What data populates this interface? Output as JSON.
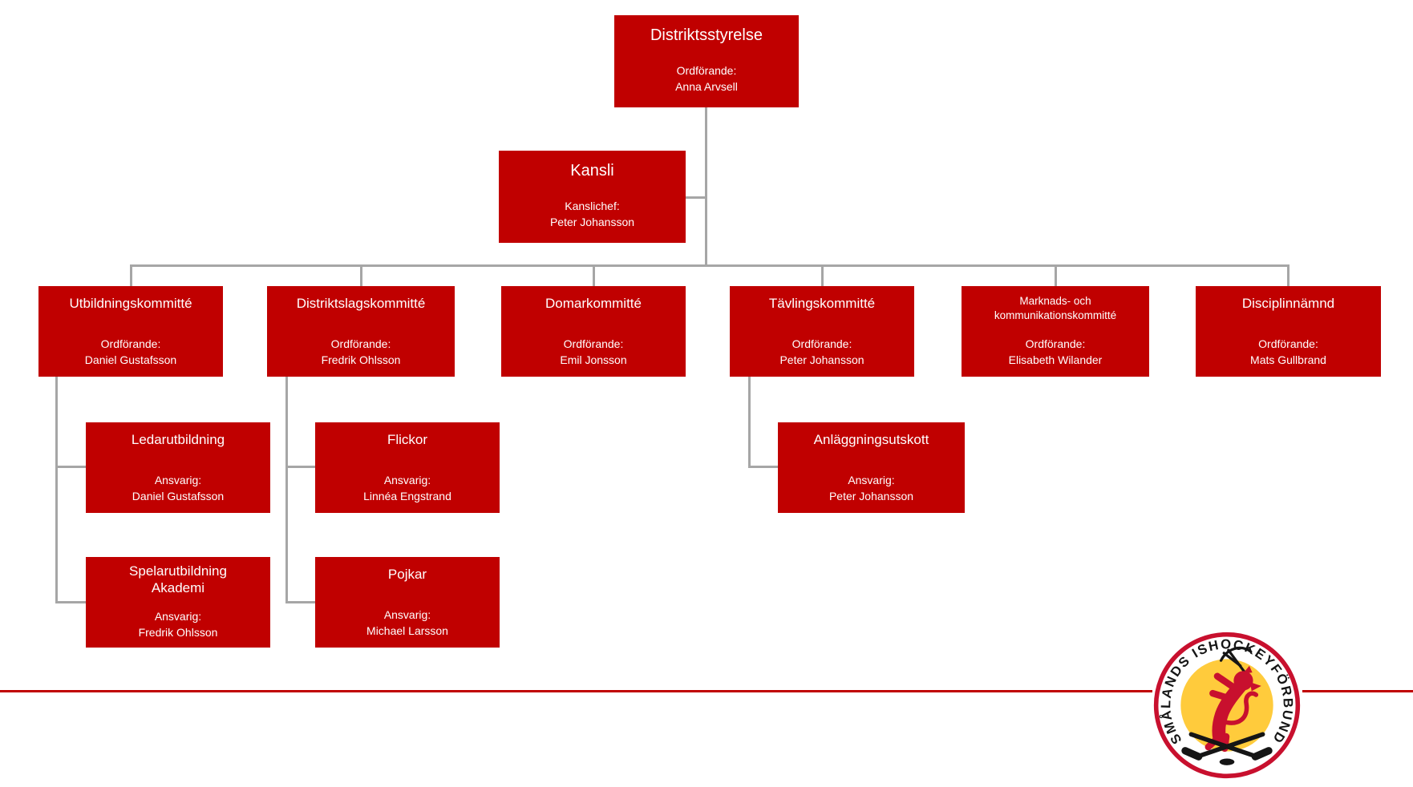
{
  "org": {
    "root": {
      "title": "Distriktsstyrelse",
      "role": "Ordförande:",
      "name": "Anna Arvsell"
    },
    "kansli": {
      "title": "Kansli",
      "role": "Kanslichef:",
      "name": "Peter Johansson"
    },
    "committees": [
      {
        "title": "Utbildningskommitté",
        "role": "Ordförande:",
        "name": "Daniel Gustafsson"
      },
      {
        "title": "Distriktslagskommitté",
        "role": "Ordförande:",
        "name": "Fredrik Ohlsson"
      },
      {
        "title": "Domarkommitté",
        "role": "Ordförande:",
        "name": "Emil Jonsson"
      },
      {
        "title": "Tävlingskommitté",
        "role": "Ordförande:",
        "name": "Peter Johansson"
      },
      {
        "title": "Marknads- och kommunikationskommitté",
        "role": "Ordförande:",
        "name": "Elisabeth Wilander"
      },
      {
        "title": "Disciplinnämnd",
        "role": "Ordförande:",
        "name": "Mats Gullbrand"
      }
    ],
    "subunits": [
      {
        "title": "Ledarutbildning",
        "role": "Ansvarig:",
        "name": "Daniel Gustafsson"
      },
      {
        "title": "Flickor",
        "role": "Ansvarig:",
        "name": "Linnéa Engstrand"
      },
      {
        "title": "Anläggningsutskott",
        "role": "Ansvarig:",
        "name": "Peter Johansson"
      },
      {
        "title": "Spelarutbildning Akademi",
        "role": "Ansvarig:",
        "name": "Fredrik Ohlsson"
      },
      {
        "title": "Pojkar",
        "role": "Ansvarig:",
        "name": "Michael Larsson"
      }
    ]
  },
  "logo": {
    "text": "SMÅLANDS ISHOCKEYFÖRBUND"
  },
  "colors": {
    "box_red": "#C00000",
    "connector_gray": "#A6A6A6",
    "divider_red": "#C00000",
    "logo_red": "#C8102E",
    "logo_yellow": "#FFCB3C",
    "logo_black": "#151515"
  }
}
